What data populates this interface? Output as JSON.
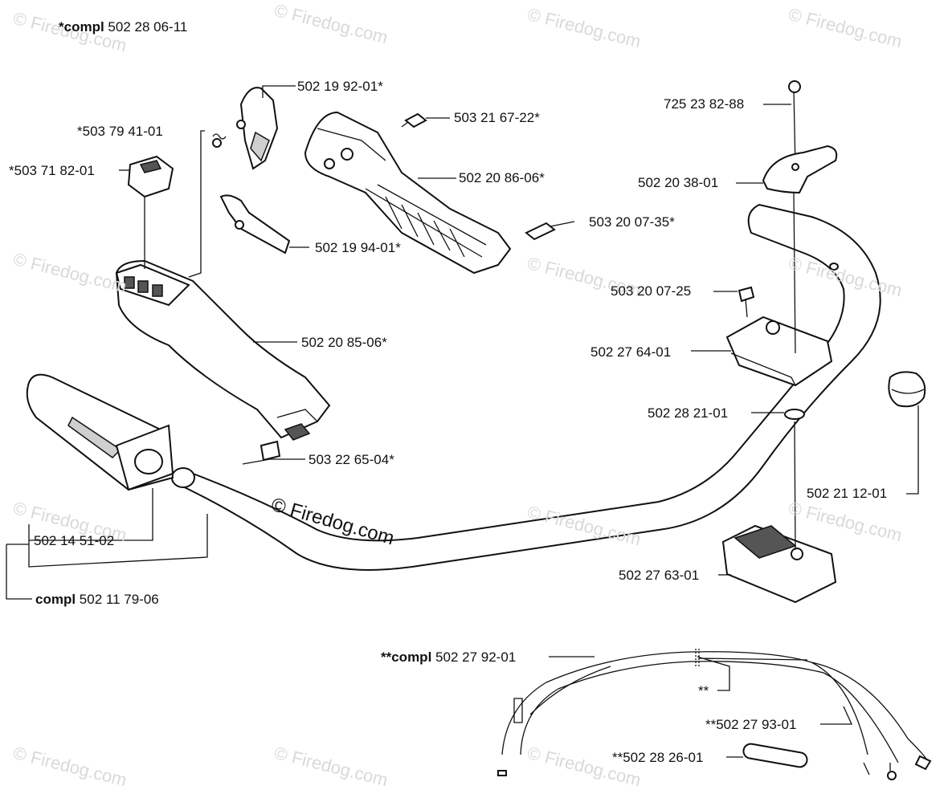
{
  "watermarks": {
    "text": "© Firedog.com",
    "main_text": "© Firedog.com"
  },
  "assemblies": {
    "top": {
      "prefix": "*compl",
      "number": "502 28 06-11"
    },
    "handle": {
      "prefix": "compl",
      "number": "502 11 79-06"
    },
    "cable": {
      "prefix": "**compl",
      "number": "502 27 92-01"
    }
  },
  "parts": {
    "p1": "502 19 92-01*",
    "p2": "*503 79 41-01",
    "p3": "503 21 67-22*",
    "p4": "*503 71 82-01",
    "p5": "502 20 86-06*",
    "p6": "503 20 07-35*",
    "p7": "502 19 94-01*",
    "p8": "502 20 85-06*",
    "p9": "503 22 65-04*",
    "p10": "502 14 51-02",
    "p11": "725 23 82-88",
    "p12": "502 20 38-01",
    "p13": "503 20 07-25",
    "p14": "502 27 64-01",
    "p15": "502 28 21-01",
    "p16": "502 21 12-01",
    "p17": "502 27 63-01",
    "p18": "**",
    "p19": "**502 27 93-01",
    "p20": "**502 28 26-01"
  }
}
